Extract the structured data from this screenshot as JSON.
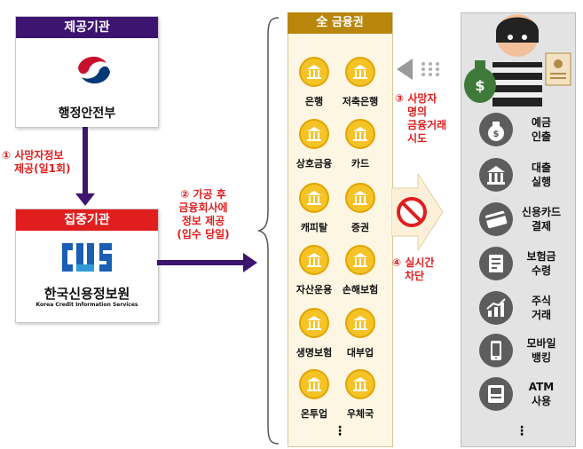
{
  "provider": {
    "header": "제공기관",
    "name": "행정안전부"
  },
  "central": {
    "header": "집중기관",
    "name": "한국신용정보원",
    "subname": "Korea Credit Information Services"
  },
  "steps": {
    "step1": [
      "① 사망자정보",
      "제공(일1회)"
    ],
    "step2": [
      "② 가공 후",
      "금융회사에",
      "정보 제공",
      "(입수 당일)"
    ],
    "step3": [
      "③ 사망자",
      "명의",
      "금융거래",
      "시도"
    ],
    "step4": [
      "④ 실시간",
      "차단"
    ]
  },
  "financial": {
    "header": "全 금융권",
    "institutions": [
      "은행",
      "저축은행",
      "상호금융",
      "카드",
      "캐피탈",
      "증권",
      "자산운용",
      "손해보험",
      "생명보험",
      "대부업",
      "온투업",
      "우체국"
    ],
    "more": "⋮"
  },
  "activities": [
    {
      "icon": "money-bag-icon",
      "label": [
        "예금",
        "인출"
      ]
    },
    {
      "icon": "bank-icon",
      "label": [
        "대출",
        "실행"
      ]
    },
    {
      "icon": "credit-card-icon",
      "label": [
        "신용카드",
        "결제"
      ]
    },
    {
      "icon": "insurance-document-icon",
      "label": [
        "보험금",
        "수령"
      ]
    },
    {
      "icon": "stock-chart-icon",
      "label": [
        "주식",
        "거래"
      ]
    },
    {
      "icon": "mobile-banking-icon",
      "label": [
        "모바일",
        "뱅킹"
      ]
    },
    {
      "icon": "atm-icon",
      "label": [
        "ATM",
        "사용"
      ]
    }
  ],
  "activities_more": "⋮",
  "colors": {
    "provider_header": "#3d1470",
    "central_header": "#e01e1e",
    "arrow": "#3d1470",
    "step_text": "#e01e1e",
    "financial_header": "#b8860b",
    "coin": "#f5c325"
  }
}
